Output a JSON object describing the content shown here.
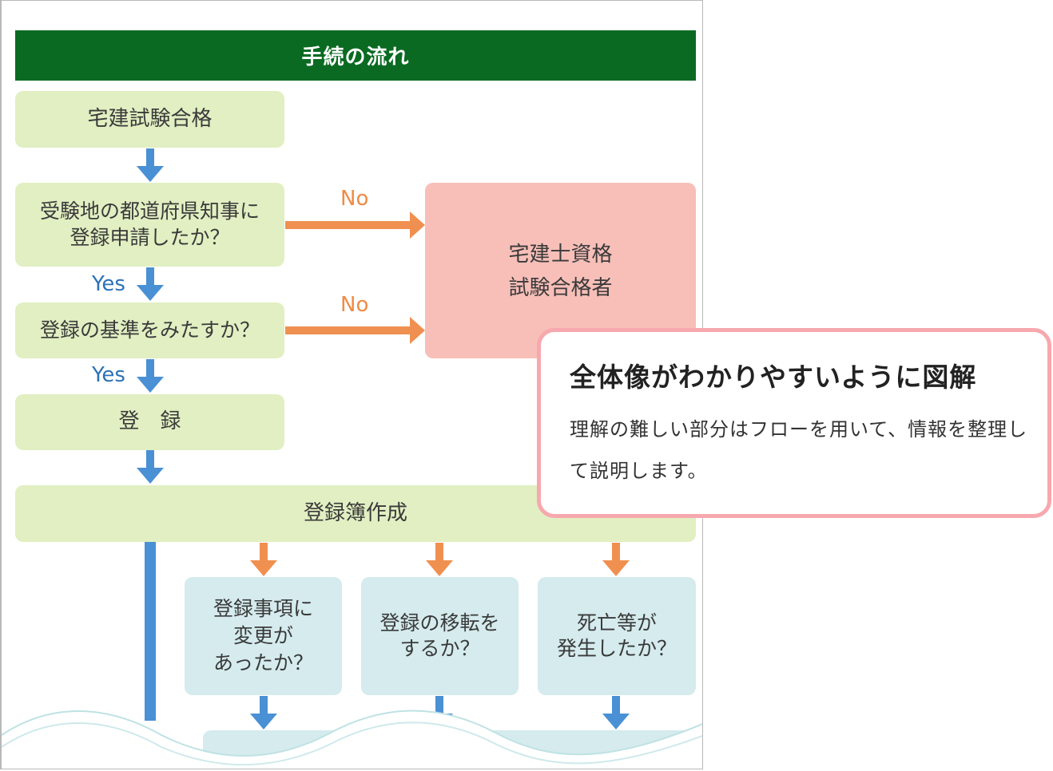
{
  "header": {
    "title": "手続の流れ"
  },
  "nodes": {
    "pass": "宅建試験合格",
    "applied_line1": "受験地の都道府県知事に",
    "applied_line2": "登録申請したか？",
    "criteria": "登録の基準をみたすか？",
    "register": "登　録",
    "registry": "登録簿作成",
    "qualified_line1": "宅建士資格",
    "qualified_line2": "試験合格者",
    "change_line1": "登録事項に",
    "change_line2": "変更が",
    "change_line3": "あったか？",
    "transfer_line1": "登録の移転を",
    "transfer_line2": "するか？",
    "death_line1": "死亡等が",
    "death_line2": "発生したか？"
  },
  "labels": {
    "no1": "No",
    "no2": "No",
    "yes1": "Yes",
    "yes2": "Yes"
  },
  "callout": {
    "title": "全体像がわかりやすいように図解",
    "body": "理解の難しい部分はフローを用いて、情報を整理して説明します。"
  },
  "colors": {
    "header": "#0a6a22",
    "green_box": "#e1efc2",
    "pink_box": "#f7bfb8",
    "blue_box": "#d5ebee",
    "blue_arrow": "#4a90d4",
    "orange_arrow": "#f09050",
    "callout_border": "#f7a8ae"
  }
}
